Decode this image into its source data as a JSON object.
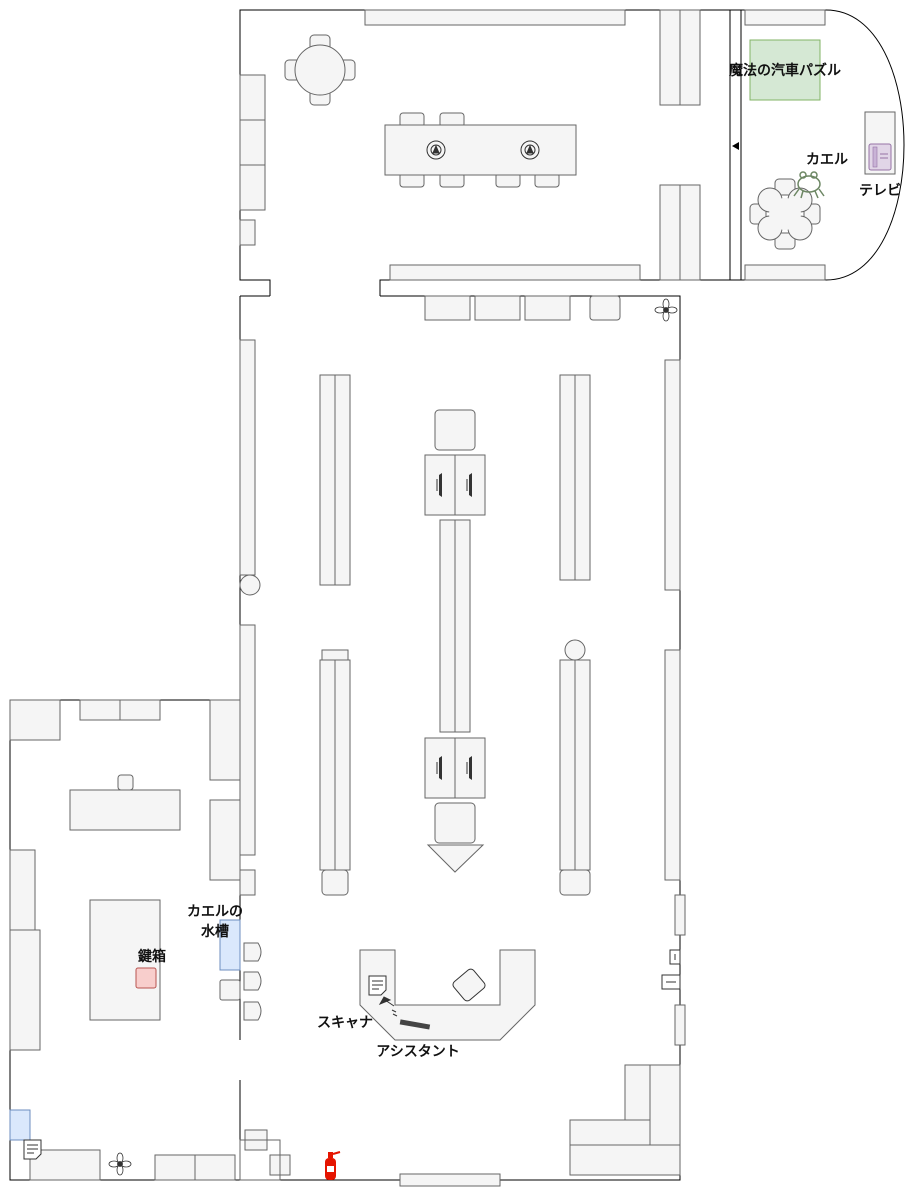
{
  "labels": {
    "magic_train_puzzle": "魔法の汽車パズル",
    "frog": "カエル",
    "tv": "テレビ",
    "frog_tank_line1": "カエルの",
    "frog_tank_line2": "水槽",
    "key_box": "鍵箱",
    "scanner": "スキャナ",
    "assistant": "アシスタント"
  },
  "colors": {
    "wall": "#000000",
    "furniture_fill": "#f5f5f5",
    "furniture_stroke": "#666666",
    "puzzle_fill": "#d5e8d4",
    "puzzle_stroke": "#82b366",
    "water_fill": "#dae8fc",
    "water_stroke": "#6c8ebf",
    "keybox_fill": "#f8cecc",
    "keybox_stroke": "#b85450",
    "tv_fill": "#e1d5e7",
    "tv_stroke": "#9673a6",
    "frog_color": "#6d8764",
    "extinguisher": "#e51400"
  },
  "icons": [
    "frog-icon",
    "tv-icon",
    "flower-icon",
    "document-icon",
    "scanner-lamp-icon",
    "keyboard-icon",
    "fire-extinguisher-icon",
    "bbq-grill-icon",
    "office-chair-icon",
    "monitor-icon",
    "outlet-icon"
  ]
}
